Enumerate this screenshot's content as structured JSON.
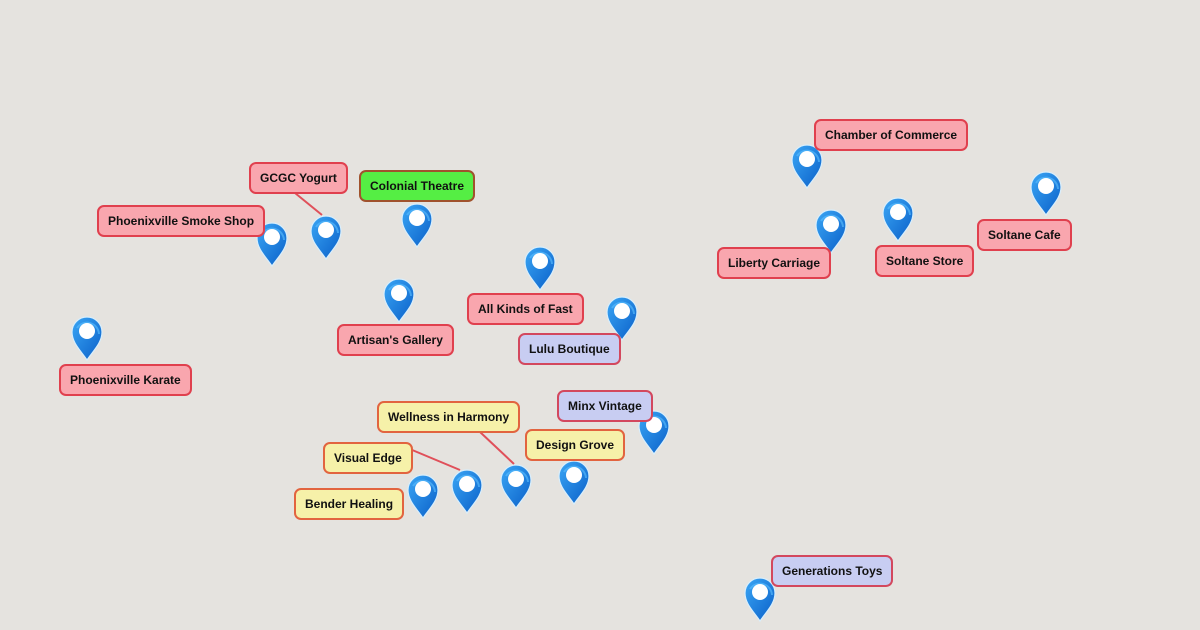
{
  "places": {
    "chamber": {
      "name": "Chamber of Commerce",
      "category": "red"
    },
    "gcgc": {
      "name": "GCGC Yogurt",
      "category": "red"
    },
    "colonial": {
      "name": "Colonial Theatre",
      "category": "green"
    },
    "smoke": {
      "name": "Phoenixville Smoke Shop",
      "category": "red"
    },
    "liberty": {
      "name": "Liberty Carriage",
      "category": "red"
    },
    "soltane_store": {
      "name": "Soltane Store",
      "category": "red"
    },
    "soltane_cafe": {
      "name": "Soltane Cafe",
      "category": "red"
    },
    "allkinds": {
      "name": "All Kinds of Fast",
      "category": "red"
    },
    "artisan": {
      "name": "Artisan's Gallery",
      "category": "red"
    },
    "lulu": {
      "name": "Lulu Boutique",
      "category": "blue"
    },
    "karate": {
      "name": "Phoenixville Karate",
      "category": "red"
    },
    "minx": {
      "name": "Minx Vintage",
      "category": "blue"
    },
    "wellness": {
      "name": "Wellness in Harmony",
      "category": "yellow"
    },
    "design": {
      "name": "Design Grove",
      "category": "yellow"
    },
    "visual": {
      "name": "Visual Edge",
      "category": "yellow"
    },
    "bender": {
      "name": "Bender Healing",
      "category": "yellow"
    },
    "generations": {
      "name": "Generations Toys",
      "category": "blue"
    }
  },
  "colors": {
    "red": "#f9a6ae",
    "yellow": "#f6f1a9",
    "blue": "#c8cdf2",
    "green": "#55ee44",
    "pin": "#1a7fe0"
  }
}
